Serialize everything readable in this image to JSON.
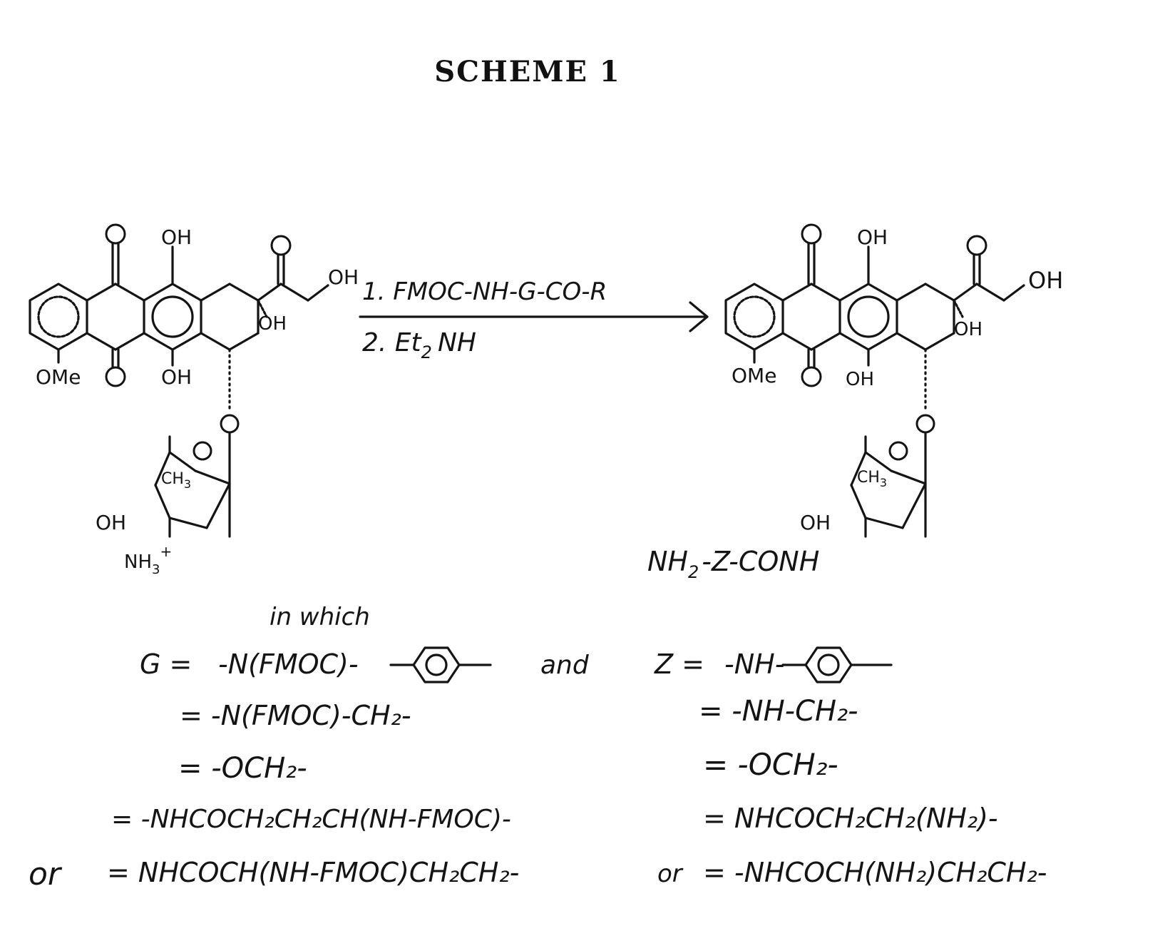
{
  "title": "SCHEME 1",
  "reagents": {
    "step1": "1. FMOC-NH-G-CO-R",
    "step2": "2. Et",
    "step2_sub": "2",
    "step2_tail": "NH"
  },
  "left_molecule": {
    "oh_top": "OH",
    "oh_side": "OH",
    "oh_ring": "OH",
    "oh_chain": "OH",
    "ome": "OMe",
    "ch3": "CH",
    "ch3_sub": "3",
    "oh_sugar": "OH",
    "amine": "NH",
    "amine_sub": "3",
    "amine_charge": "+"
  },
  "right_molecule": {
    "oh_top": "OH",
    "oh_side": "OH",
    "oh_ring": "OH",
    "oh_chain": "OH",
    "ome": "OMe",
    "ch3": "CH",
    "ch3_sub": "3",
    "oh_sugar": "OH",
    "amide_head": "NH",
    "amide_sub": "2",
    "amide_tail": "-Z-CONH"
  },
  "definitions": {
    "intro": "in which",
    "connector": "and",
    "g_label": "G =",
    "g_first": "-N(FMOC)-",
    "z_label": "Z =",
    "z_first": "-NH-",
    "g_options": [
      "= -N(FMOC)-CH₂-",
      "= -OCH₂-",
      "= -NHCOCH₂CH₂CH(NH-FMOC)-"
    ],
    "z_options": [
      "= -NH-CH₂-",
      "= -OCH₂-",
      "= NHCOCH₂CH₂(NH₂)-"
    ],
    "or_word": "or",
    "g_last": "= NHCOCH(NH-FMOC)CH₂CH₂-",
    "z_last": "= -NHCOCH(NH₂)CH₂CH₂-"
  }
}
